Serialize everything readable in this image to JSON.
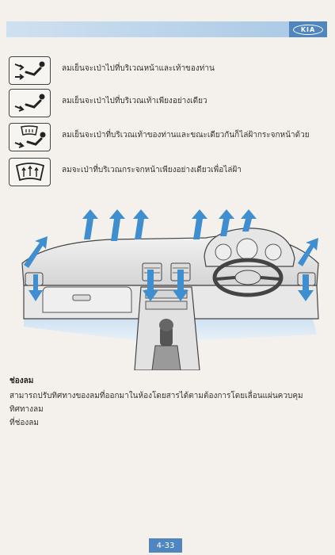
{
  "brand": "KIA",
  "modes": [
    {
      "icon": "face-and-foot-vent-icon",
      "text": "ลมเย็นจะเป่าไปที่บริเวณหน้าและเท้าของท่าน"
    },
    {
      "icon": "foot-vent-icon",
      "text": "ลมเย็นจะเป่าไปที่บริเวณเท้าเพียงอย่างเดียว"
    },
    {
      "icon": "foot-and-defrost-icon",
      "text": "ลมเย็นจะเป่าที่บริเวณเท้าของท่านและขณะเดียวกันก็ไล่ฝ้ากระจกหน้าด้วย"
    },
    {
      "icon": "windshield-defrost-icon",
      "text": "ลมจะเป่าที่บริเวณกระจกหน้าเพียงอย่างเดียวเพื่อไล่ฝ้า"
    }
  ],
  "section": {
    "title": "ช่องลม",
    "body_line1": "สามารถปรับทิศทางของลมที่ออกมาในห้องโดยสารได้ตามต้องการโดยเลื่อนแผ่นควบคุมทิศทางลม",
    "body_line2": "ที่ช่องลม"
  },
  "page_number": "4-33",
  "colors": {
    "accent": "#4f86c0",
    "arrow": "#3f8fd0"
  }
}
